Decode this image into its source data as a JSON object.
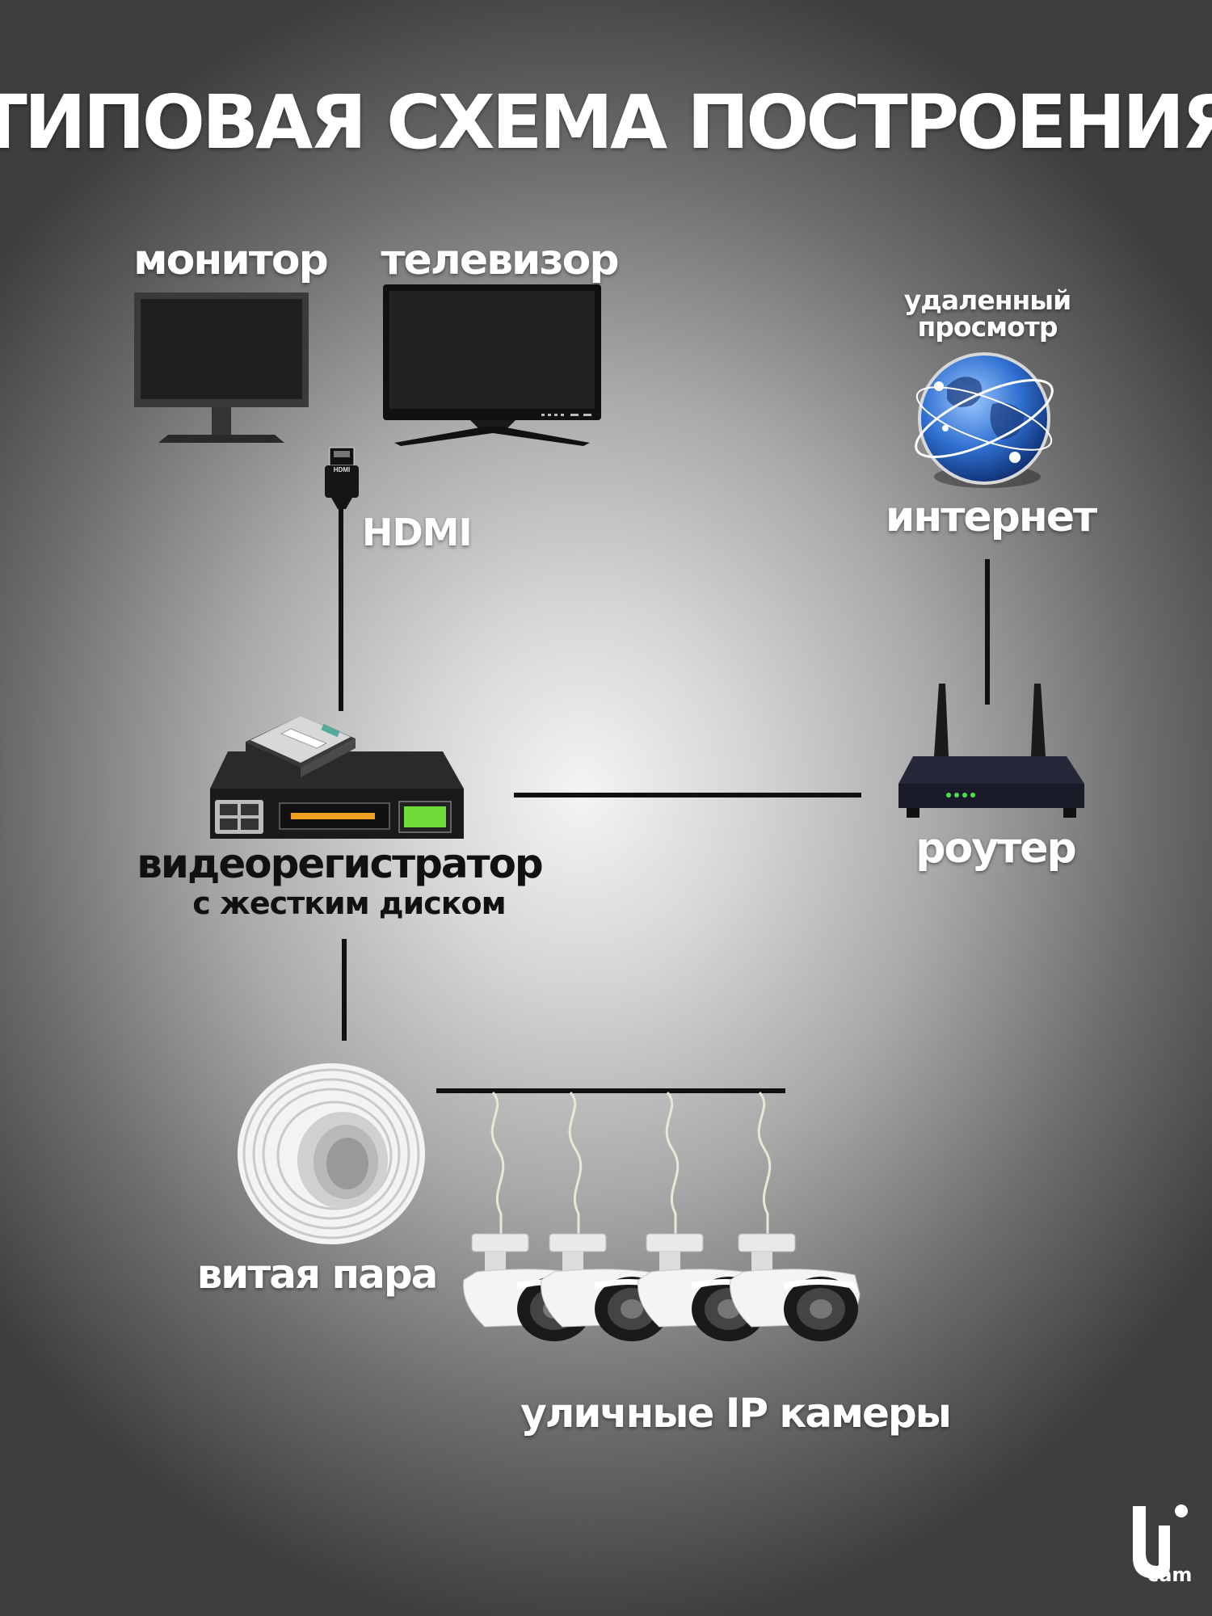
{
  "title": "ТИПОВАЯ СХЕМА ПОСТРОЕНИЯ",
  "labels": {
    "monitor": "монитор",
    "tv": "телевизор",
    "remote_line1": "удаленный",
    "remote_line2": "просмотр",
    "internet": "интернет",
    "hdmi": "HDMI",
    "dvr": "видеорегистратор",
    "dvr_sub": "с жестким диском",
    "router": "роутер",
    "cable": "витая пара",
    "cameras": "уличные IP камеры",
    "hdmi_plug": "HDMI"
  },
  "logo": {
    "text": "cam",
    "icon": "ucam-logo-icon"
  },
  "icons": [
    "monitor-icon",
    "tv-icon",
    "globe-icon",
    "hdmi-plug-icon",
    "dvr-icon",
    "hard-disk-icon",
    "router-icon",
    "cable-coil-icon",
    "ip-camera-icon"
  ],
  "colors": {
    "background_center": "#f4f4f4",
    "background_edge": "#3e3e3e",
    "line": "#111111",
    "dvr_orange": "#f0a020",
    "dvr_green": "#6fdc3a",
    "globe_blue": "#2f6fd0"
  }
}
